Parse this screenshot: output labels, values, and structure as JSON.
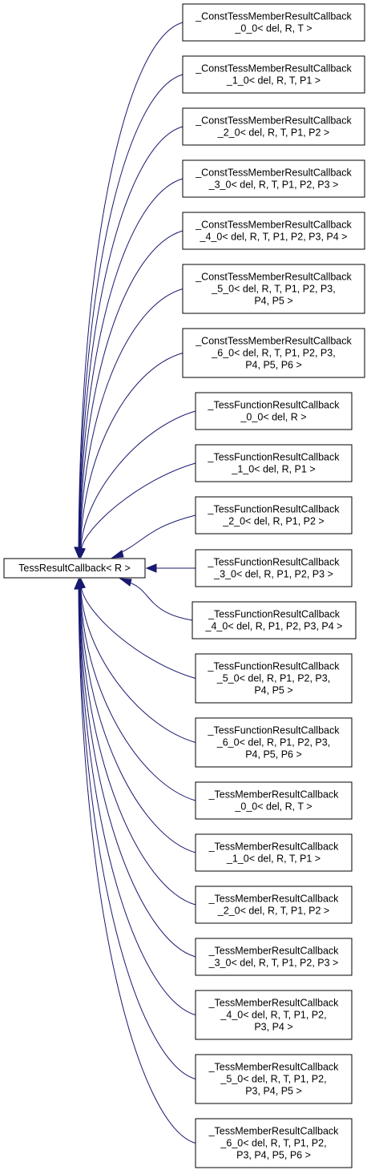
{
  "base_class": {
    "label": "TessResultCallback< R >"
  },
  "edge_color": "#191970",
  "derived_classes": [
    {
      "lines": [
        "_ConstTessMemberResultCallback",
        "_0_0< del, R, T >"
      ]
    },
    {
      "lines": [
        "_ConstTessMemberResultCallback",
        "_1_0< del, R, T, P1 >"
      ]
    },
    {
      "lines": [
        "_ConstTessMemberResultCallback",
        "_2_0< del, R, T, P1, P2 >"
      ]
    },
    {
      "lines": [
        "_ConstTessMemberResultCallback",
        "_3_0< del, R, T, P1, P2, P3 >"
      ]
    },
    {
      "lines": [
        "_ConstTessMemberResultCallback",
        "_4_0< del, R, T, P1, P2, P3, P4 >"
      ]
    },
    {
      "lines": [
        "_ConstTessMemberResultCallback",
        "_5_0< del, R, T, P1, P2, P3,",
        "P4, P5 >"
      ]
    },
    {
      "lines": [
        "_ConstTessMemberResultCallback",
        "_6_0< del, R, T, P1, P2, P3,",
        "P4, P5, P6 >"
      ]
    },
    {
      "lines": [
        "_TessFunctionResultCallback",
        "_0_0< del, R >"
      ]
    },
    {
      "lines": [
        "_TessFunctionResultCallback",
        "_1_0< del, R, P1 >"
      ]
    },
    {
      "lines": [
        "_TessFunctionResultCallback",
        "_2_0< del, R, P1, P2 >"
      ]
    },
    {
      "lines": [
        "_TessFunctionResultCallback",
        "_3_0< del, R, P1, P2, P3 >"
      ]
    },
    {
      "lines": [
        "_TessFunctionResultCallback",
        "_4_0< del, R, P1, P2, P3, P4 >"
      ]
    },
    {
      "lines": [
        "_TessFunctionResultCallback",
        "_5_0< del, R, P1, P2, P3,",
        "P4, P5 >"
      ]
    },
    {
      "lines": [
        "_TessFunctionResultCallback",
        "_6_0< del, R, P1, P2, P3,",
        "P4, P5, P6 >"
      ]
    },
    {
      "lines": [
        "_TessMemberResultCallback",
        "_0_0< del, R, T >"
      ]
    },
    {
      "lines": [
        "_TessMemberResultCallback",
        "_1_0< del, R, T, P1 >"
      ]
    },
    {
      "lines": [
        "_TessMemberResultCallback",
        "_2_0< del, R, T, P1, P2 >"
      ]
    },
    {
      "lines": [
        "_TessMemberResultCallback",
        "_3_0< del, R, T, P1, P2, P3 >"
      ]
    },
    {
      "lines": [
        "_TessMemberResultCallback",
        "_4_0< del, R, T, P1, P2,",
        "P3, P4 >"
      ]
    },
    {
      "lines": [
        "_TessMemberResultCallback",
        "_5_0< del, R, T, P1, P2,",
        "P3, P4, P5 >"
      ]
    },
    {
      "lines": [
        "_TessMemberResultCallback",
        "_6_0< del, R, T, P1, P2,",
        "P3, P4, P5, P6 >"
      ]
    }
  ]
}
